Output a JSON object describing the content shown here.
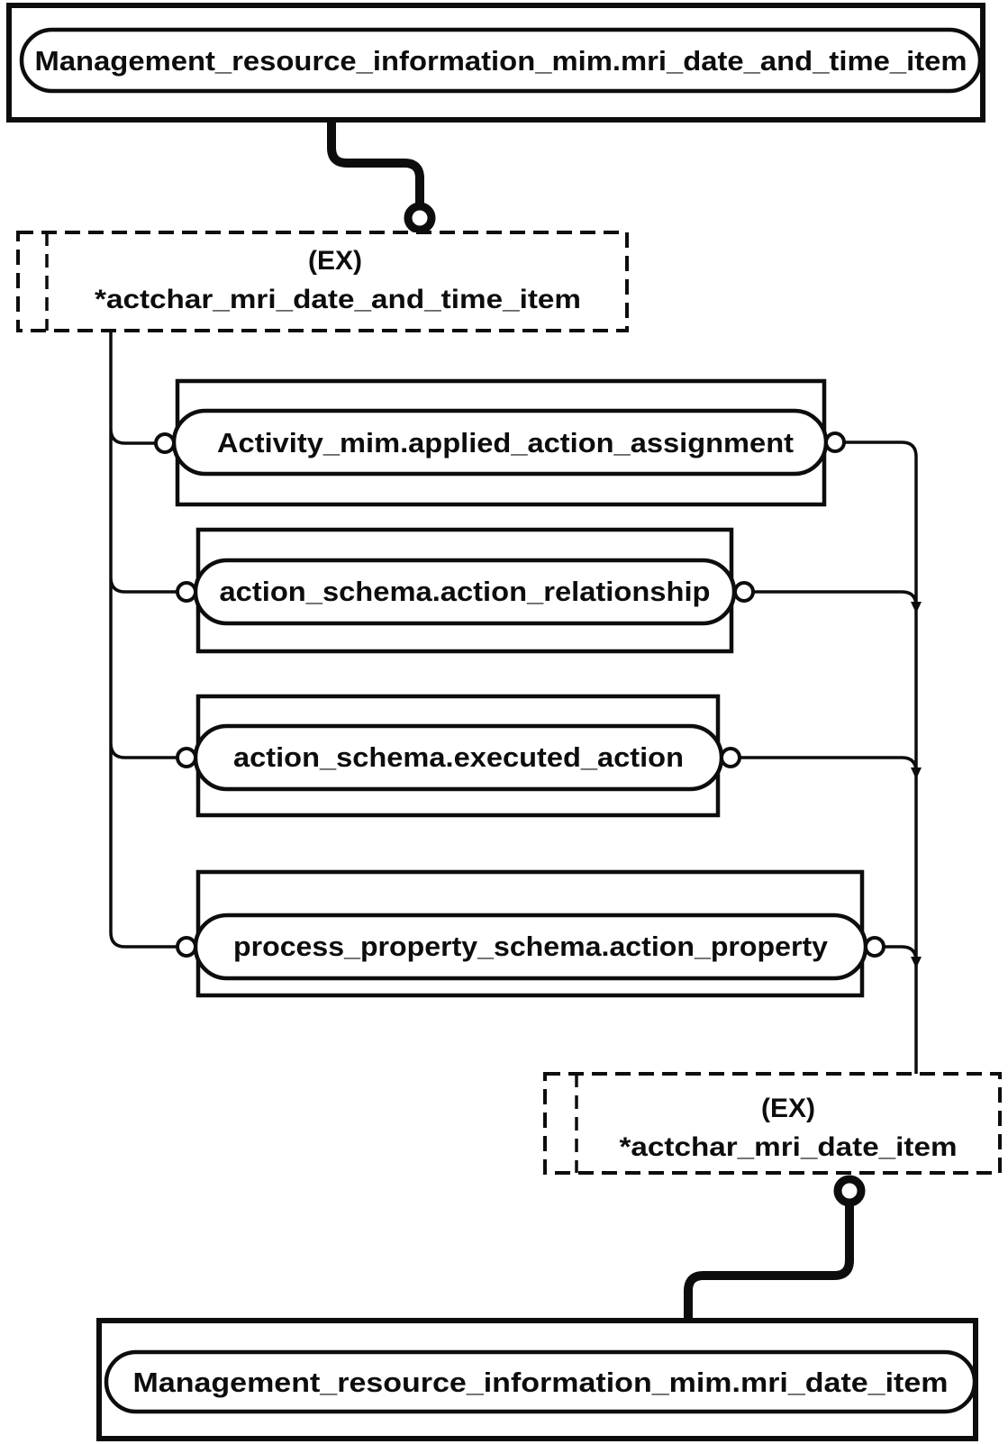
{
  "diagram": {
    "top_entity": {
      "label": "Management_resource_information_mim.mri_date_and_time_item"
    },
    "top_select": {
      "tag": "(EX)",
      "name": "*actchar_mri_date_and_time_item"
    },
    "entities": [
      {
        "label": "Activity_mim.applied_action_assignment"
      },
      {
        "label": "action_schema.action_relationship"
      },
      {
        "label": "action_schema.executed_action"
      },
      {
        "label": "process_property_schema.action_property"
      }
    ],
    "bottom_select": {
      "tag": "(EX)",
      "name": "*actchar_mri_date_item"
    },
    "bottom_entity": {
      "label": "Management_resource_information_mim.mri_date_item"
    }
  },
  "colors": {
    "ink": "#0d0d0d",
    "background": "#ffffff"
  }
}
